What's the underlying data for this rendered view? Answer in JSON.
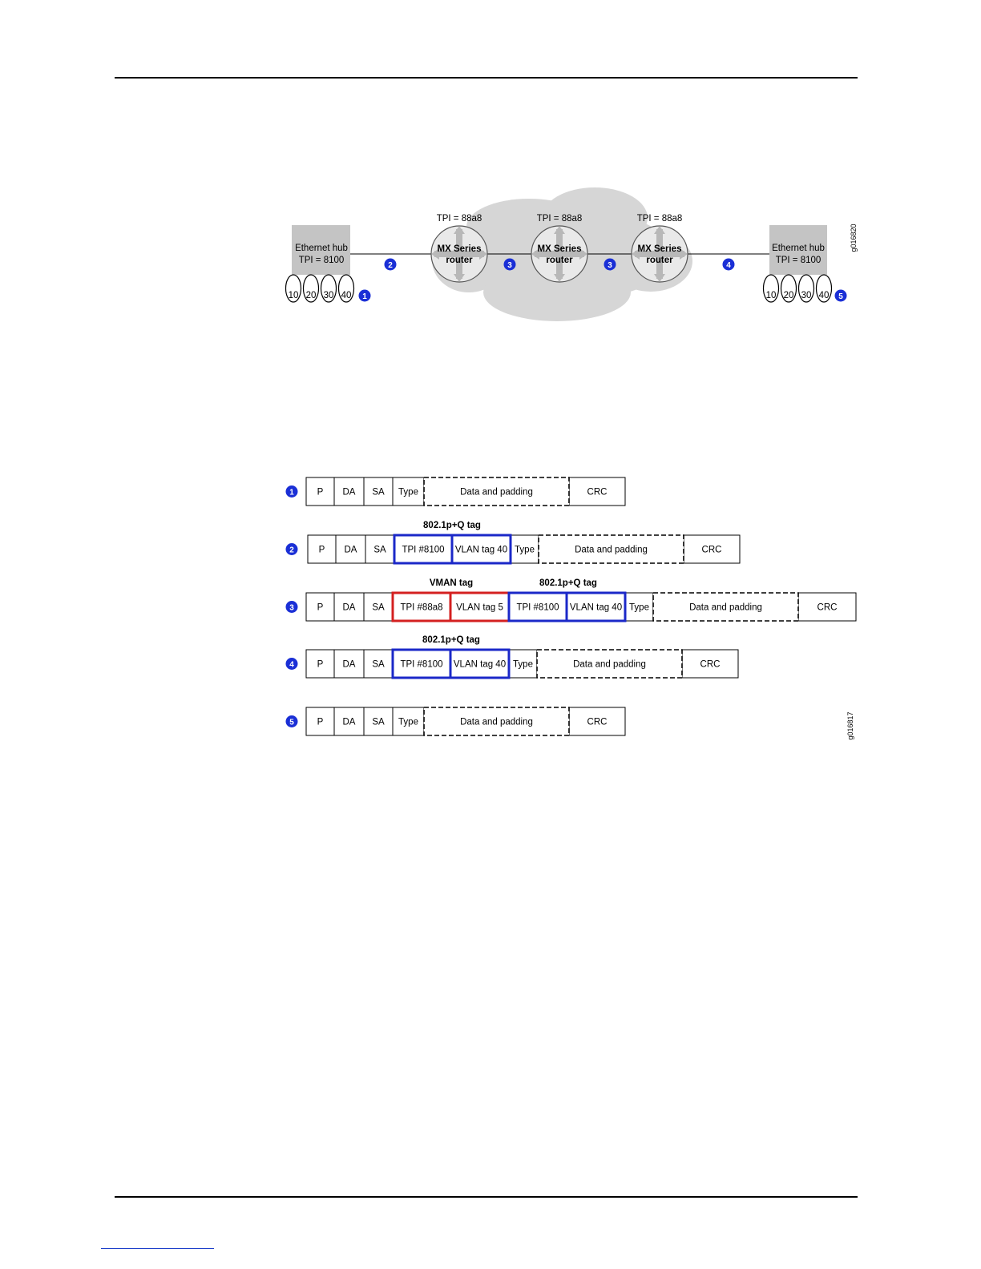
{
  "topology": {
    "hub_left": {
      "line1": "Ethernet hub",
      "line2": "TPI = 8100",
      "ports": [
        "10",
        "20",
        "30",
        "40"
      ]
    },
    "hub_right": {
      "line1": "Ethernet hub",
      "line2": "TPI = 8100",
      "ports": [
        "10",
        "20",
        "30",
        "40"
      ]
    },
    "routers": [
      {
        "tpi": "TPI = 88a8",
        "line1": "MX Series",
        "line2": "router"
      },
      {
        "tpi": "TPI = 88a8",
        "line1": "MX Series",
        "line2": "router"
      },
      {
        "tpi": "TPI = 88a8",
        "line1": "MX Series",
        "line2": "router"
      }
    ],
    "markers": [
      "1",
      "2",
      "3",
      "3",
      "4",
      "5"
    ],
    "figure_id": "g016820"
  },
  "frames": {
    "rows": [
      {
        "marker": "1",
        "cells": [
          {
            "label": "P"
          },
          {
            "label": "DA"
          },
          {
            "label": "SA"
          },
          {
            "label": "Type"
          },
          {
            "label": "Data and padding",
            "style": "dashed"
          },
          {
            "label": "CRC"
          }
        ]
      },
      {
        "marker": "2",
        "tags": [
          {
            "label": "802.1p+Q tag"
          }
        ],
        "cells": [
          {
            "label": "P"
          },
          {
            "label": "DA"
          },
          {
            "label": "SA"
          },
          {
            "label": "TPI #8100",
            "style": "blue"
          },
          {
            "label": "VLAN tag 40",
            "style": "blue"
          },
          {
            "label": "Type"
          },
          {
            "label": "Data and padding",
            "style": "dashed"
          },
          {
            "label": "CRC"
          }
        ]
      },
      {
        "marker": "3",
        "tags": [
          {
            "label": "VMAN tag"
          },
          {
            "label": "802.1p+Q tag"
          }
        ],
        "cells": [
          {
            "label": "P"
          },
          {
            "label": "DA"
          },
          {
            "label": "SA"
          },
          {
            "label": "TPI #88a8",
            "style": "red"
          },
          {
            "label": "VLAN tag 5",
            "style": "red"
          },
          {
            "label": "TPI #8100",
            "style": "blue"
          },
          {
            "label": "VLAN tag 40",
            "style": "blue"
          },
          {
            "label": "Type"
          },
          {
            "label": "Data and padding",
            "style": "dashed"
          },
          {
            "label": "CRC"
          }
        ]
      },
      {
        "marker": "4",
        "tags": [
          {
            "label": "802.1p+Q tag"
          }
        ],
        "cells": [
          {
            "label": "P"
          },
          {
            "label": "DA"
          },
          {
            "label": "SA"
          },
          {
            "label": "TPI #8100",
            "style": "blue"
          },
          {
            "label": "VLAN tag 40",
            "style": "blue"
          },
          {
            "label": "Type"
          },
          {
            "label": "Data and padding",
            "style": "dashed"
          },
          {
            "label": "CRC"
          }
        ]
      },
      {
        "marker": "5",
        "cells": [
          {
            "label": "P"
          },
          {
            "label": "DA"
          },
          {
            "label": "SA"
          },
          {
            "label": "Type"
          },
          {
            "label": "Data and padding",
            "style": "dashed"
          },
          {
            "label": "CRC"
          }
        ]
      }
    ],
    "figure_id": "g016817"
  },
  "colors": {
    "marker": "#1a2fd6",
    "vlan_tag_border": "#1b28c8",
    "vman_tag_border": "#d42020",
    "hub_fill": "#c4c4c4",
    "cloud_fill": "#d6d6d6",
    "router_fill": "#e9e9e9"
  }
}
